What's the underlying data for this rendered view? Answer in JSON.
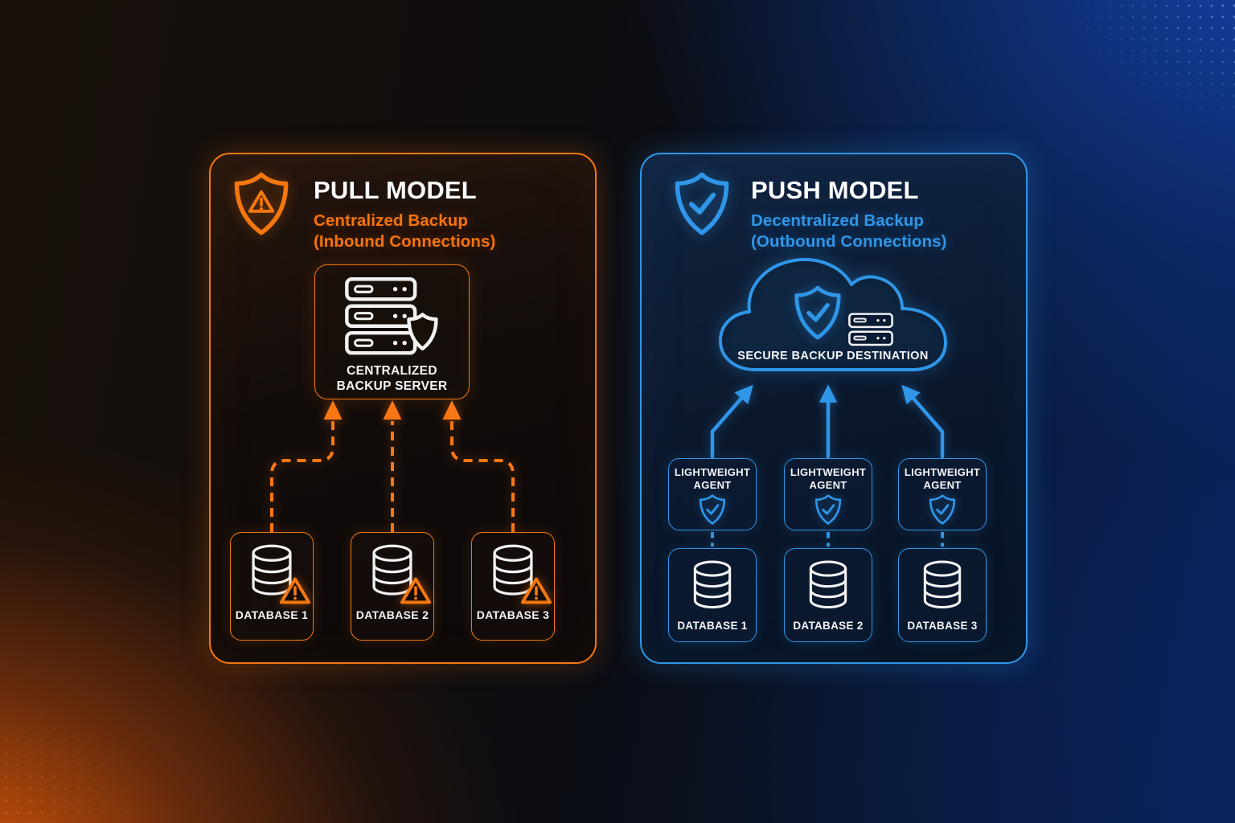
{
  "pull_panel": {
    "title": "PULL MODEL",
    "subtitle_line1": "Centralized Backup",
    "subtitle_line2": "(Inbound Connections)",
    "accent_color": "#F4770F",
    "server_box": {
      "label_line1": "CENTRALIZED",
      "label_line2": "BACKUP SERVER"
    },
    "databases": [
      {
        "label": "DATABASE 1"
      },
      {
        "label": "DATABASE 2"
      },
      {
        "label": "DATABASE 3"
      }
    ]
  },
  "push_panel": {
    "title": "PUSH MODEL",
    "subtitle_line1": "Decentralized Backup",
    "subtitle_line2": "(Outbound Connections)",
    "accent_color": "#2F96E8",
    "cloud_label": "SECURE BACKUP DESTINATION",
    "agents": [
      {
        "line1": "LIGHTWEIGHT",
        "line2": "AGENT"
      },
      {
        "line1": "LIGHTWEIGHT",
        "line2": "AGENT"
      },
      {
        "line1": "LIGHTWEIGHT",
        "line2": "AGENT"
      }
    ],
    "databases": [
      {
        "label": "DATABASE 1"
      },
      {
        "label": "DATABASE 2"
      },
      {
        "label": "DATABASE 3"
      }
    ]
  },
  "icons": {
    "pull_header": "shield-warning",
    "push_header": "shield-check",
    "pull_server": "server-stack-with-shield",
    "push_cloud": "cloud-with-shield-check-and-server",
    "database": "database-cylinder",
    "pull_database_status": "warning-triangle",
    "agent": "shield-check"
  },
  "colors": {
    "pull_accent": "#F4770F",
    "pull_text": "#F5730F",
    "push_accent": "#2F96E8",
    "title_text": "#FAFAFB",
    "background_left_glow": "#E95E0A",
    "background_right_blue": "#0B2156"
  }
}
